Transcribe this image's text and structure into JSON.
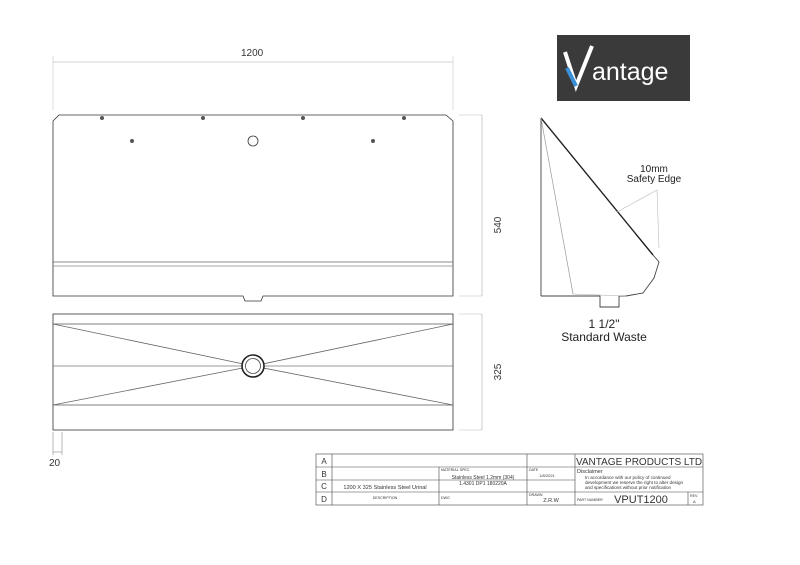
{
  "drawing": {
    "dim_width": "1200",
    "dim_height_front": "540",
    "dim_height_top": "325",
    "dim_lip": "20"
  },
  "side_view": {
    "safety_edge_line1": "10mm",
    "safety_edge_line2": "Safety Edge",
    "waste_line1": "1 1/2\"",
    "waste_line2": "Standard Waste"
  },
  "logo": {
    "text": "antage",
    "colors": {
      "background": "#3a3a3a",
      "v_blue": "#3a8fd6",
      "v_white": "#ffffff"
    }
  },
  "title_block": {
    "rows": [
      "A",
      "B",
      "C",
      "D"
    ],
    "company": "VANTAGE PRODUCTS LTD",
    "disclaimer_label": "Disclaimer",
    "disclaimer_text": [
      "In accordance with our policy of continued",
      "development we reserve the right to alter design",
      "and specifications without prior notification"
    ],
    "material_label": "MATERIAL SPEC.",
    "material_line1": "Stainless Steel 1.2mm (304)",
    "material_line2": "1.4301 DP1 180220A",
    "date_label": "DATE",
    "date_value": "1/8/2021",
    "description_value": "1200 X 325 Stainless Steel Urinal",
    "description_label": "DESCRIPTION",
    "dwg_label": "DWG",
    "drawn_label": "DRAWN",
    "drawn_value": "Z.R.W",
    "part_label": "PART NUMBER",
    "part_value": "VPUT1200",
    "rev_label": "REV.",
    "rev_value": "A"
  }
}
